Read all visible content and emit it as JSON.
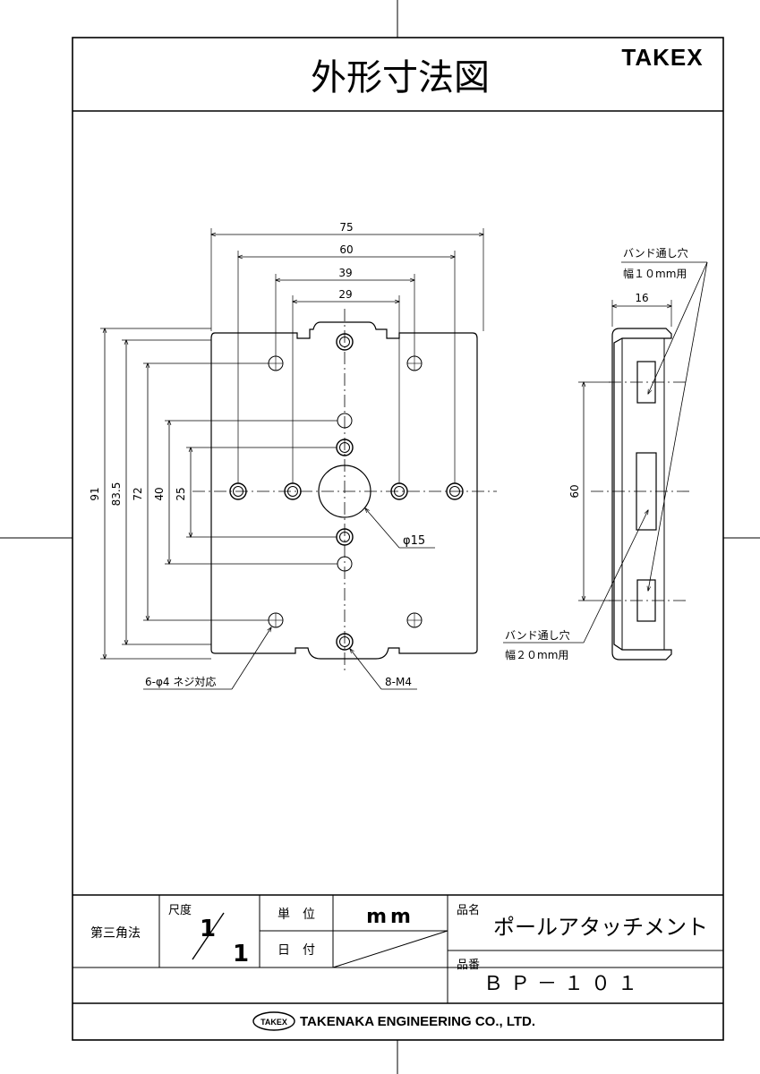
{
  "title": "外形寸法図",
  "brand": "TAKEX",
  "dimensions": {
    "w75": "75",
    "w60": "60",
    "w39": "39",
    "w29": "29",
    "h91": "91",
    "h83_5": "83.5",
    "h72": "72",
    "h40": "40",
    "h25": "25",
    "side_width": "16",
    "side_height": "60"
  },
  "callouts": {
    "hole_dia": "φ15",
    "screw_holes": "6-φ4 ネジ対応",
    "tapped_holes": "8-M4",
    "band_hole_10_line1": "バンド通し穴",
    "band_hole_10_line2": "幅１０mm用",
    "band_hole_20_line1": "バンド通し穴",
    "band_hole_20_line2": "幅２０mm用"
  },
  "title_block": {
    "projection": "第三角法",
    "scale_label": "尺度",
    "scale_num": "1",
    "scale_den": "1",
    "unit_label": "単　位",
    "unit_value": "mm",
    "date_label": "日　付",
    "product_name_label": "品名",
    "product_name": "ポールアタッチメント",
    "product_number_label": "品番",
    "product_number": "ＢＰ－１０１",
    "company_logo": "TAKEX",
    "company_name": "TAKENAKA ENGINEERING CO., LTD."
  }
}
